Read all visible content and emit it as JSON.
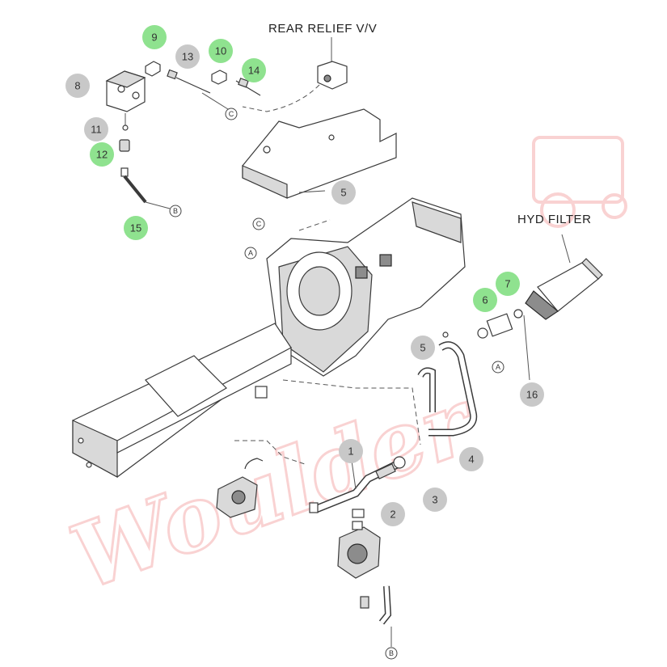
{
  "labels": {
    "rear_relief": "REAR RELIEF V/V",
    "hyd_filter": "HYD FILTER"
  },
  "colors": {
    "highlight": "#8fe28f",
    "normal": "#c8c8c8",
    "watermark": "#f08080"
  },
  "callouts": [
    {
      "id": "9",
      "highlighted": true
    },
    {
      "id": "13",
      "highlighted": false
    },
    {
      "id": "10",
      "highlighted": true
    },
    {
      "id": "14",
      "highlighted": true
    },
    {
      "id": "8",
      "highlighted": false
    },
    {
      "id": "11",
      "highlighted": false
    },
    {
      "id": "12",
      "highlighted": true
    },
    {
      "id": "15",
      "highlighted": true
    },
    {
      "id": "5",
      "highlighted": false
    },
    {
      "id": "7",
      "highlighted": true
    },
    {
      "id": "6",
      "highlighted": true
    },
    {
      "id": "5",
      "highlighted": false
    },
    {
      "id": "16",
      "highlighted": false
    },
    {
      "id": "4",
      "highlighted": false
    },
    {
      "id": "1",
      "highlighted": false
    },
    {
      "id": "3",
      "highlighted": false
    },
    {
      "id": "2",
      "highlighted": false
    }
  ],
  "refs": [
    "C",
    "B",
    "C",
    "A",
    "A",
    "B"
  ]
}
